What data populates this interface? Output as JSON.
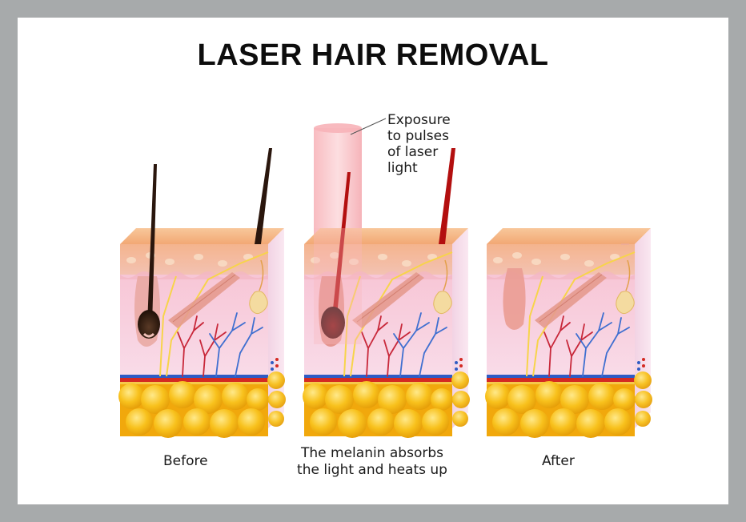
{
  "title": "LASER HAIR REMOVAL",
  "labels": {
    "exposure": [
      "Exposure",
      "to pulses",
      "of laser",
      "light"
    ],
    "before": "Before",
    "middle": [
      "The melanin absorbs",
      "the light and heats up"
    ],
    "after": "After"
  },
  "colors": {
    "background_border": "#a7aaab",
    "skin_top": "#f6b98a",
    "dermis": "#f6cfe0",
    "fat": "#f5b312",
    "hair_dark": "#2a160d",
    "hair_heated": "#b30f0f",
    "laser_beam": "#f4a7ad"
  }
}
